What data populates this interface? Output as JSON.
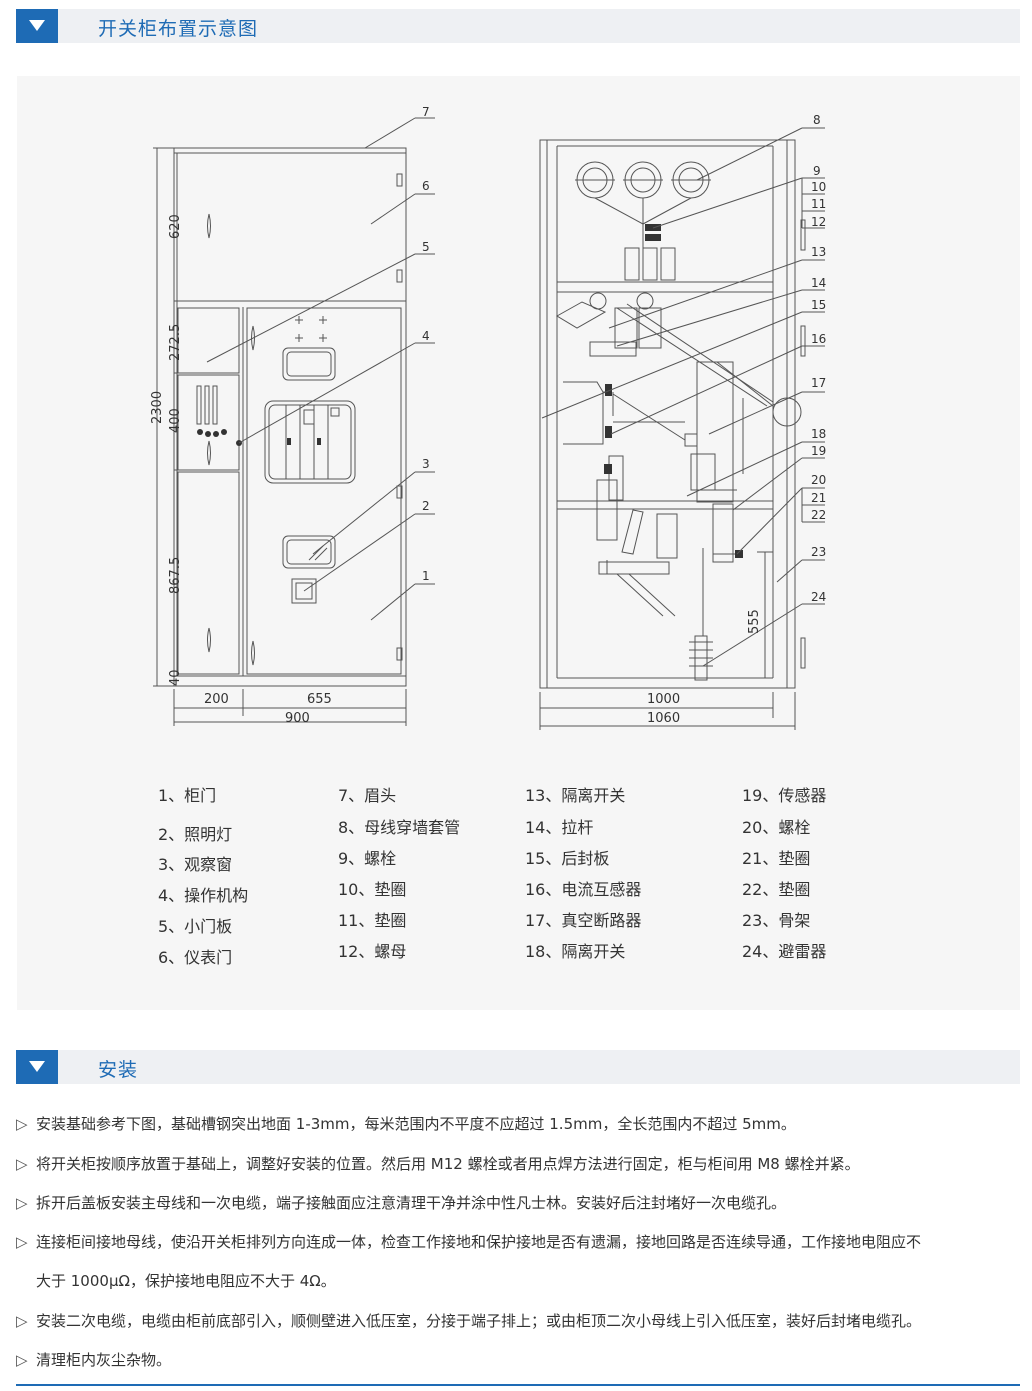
{
  "sections": {
    "layout_title": "开关柜布置示意图",
    "install_title": "安装"
  },
  "front_view": {
    "dims": {
      "h_total": "2300",
      "h_620": "620",
      "h_272": "272.5",
      "h_400": "400",
      "h_867": "867.5",
      "h_40": "40",
      "w_200": "200",
      "w_655": "655",
      "w_900": "900"
    },
    "callouts": [
      "7",
      "6",
      "5",
      "4",
      "3",
      "2",
      "1"
    ]
  },
  "side_view": {
    "dims": {
      "w_1000": "1000",
      "w_1060": "1060",
      "h_555": "555"
    },
    "callouts": [
      "8",
      "9",
      "10",
      "11",
      "12",
      "13",
      "14",
      "15",
      "16",
      "17",
      "18",
      "19",
      "20",
      "21",
      "22",
      "23",
      "24"
    ]
  },
  "legend": {
    "col1": [
      "1、柜门",
      "2、照明灯",
      "3、观察窗",
      "4、操作机构",
      "5、小门板",
      "6、仪表门"
    ],
    "col2": [
      "7、眉头",
      "8、母线穿墙套管",
      "9、螺栓",
      "10、垫圈",
      "11、垫圈",
      "12、螺母"
    ],
    "col3": [
      "13、隔离开关",
      "14、拉杆",
      "15、后封板",
      "16、电流互感器",
      "17、真空断路器",
      "18、隔离开关"
    ],
    "col4": [
      "19、传感器",
      "20、螺栓",
      "21、垫圈",
      "22、垫圈",
      "23、骨架",
      "24、避雷器"
    ]
  },
  "install": {
    "bullet": "▷",
    "items": [
      "安装基础参考下图，基础槽钢突出地面 1-3mm，每米范围内不平度不应超过 1.5mm，全长范围内不超过 5mm。",
      "将开关柜按顺序放置于基础上，调整好安装的位置。然后用 M12 螺栓或者用点焊方法进行固定，柜与柜间用 M8 螺栓并紧。",
      "拆开后盖板安装主母线和一次电缆，端子接触面应注意清理干净并涂中性凡士林。安装好后注封堵好一次电缆孔。",
      "连接柜间接地母线，使沿开关柜排列方向连成一体，检查工作接地和保护接地是否有遗漏，接地回路是否连续导通，工作接地电阻应不",
      "安装二次电缆，电缆由柜前底部引入，顺侧壁进入低压室，分接于端子排上；或由柜顶二次小母线上引入低压室，装好后封堵电缆孔。",
      "清理柜内灰尘杂物。"
    ],
    "item4_cont": "大于 1000μΩ，保护接地电阻应不大于 4Ω。"
  },
  "colors": {
    "accent": "#1e6bb5",
    "header_bg": "#eef0f3",
    "panel_bg": "#f6f6f6",
    "line": "#555555"
  }
}
